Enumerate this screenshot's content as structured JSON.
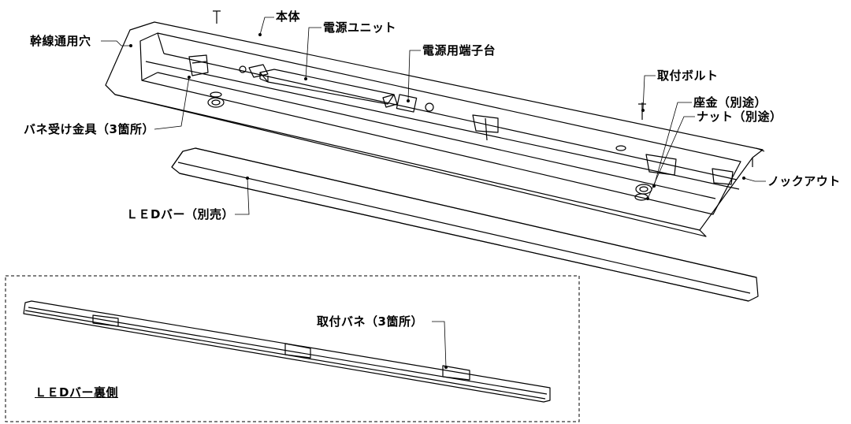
{
  "labels": {
    "body": "本体",
    "trunk_hole": "幹線通用穴",
    "power_unit": "電源ユニット",
    "power_terminal": "電源用端子台",
    "mount_bolt": "取付ボルト",
    "washer": "座金（別途）",
    "nut": "ナット（別途）",
    "spring_bracket": "バネ受け金具（3箇所）",
    "knockout": "ノックアウト",
    "led_bar": "ＬＥDバー（別売）",
    "mount_spring": "取付バネ（3箇所）",
    "led_back": "ＬＥDバー裏側"
  },
  "colors": {
    "line": "#000000",
    "background": "#ffffff"
  }
}
